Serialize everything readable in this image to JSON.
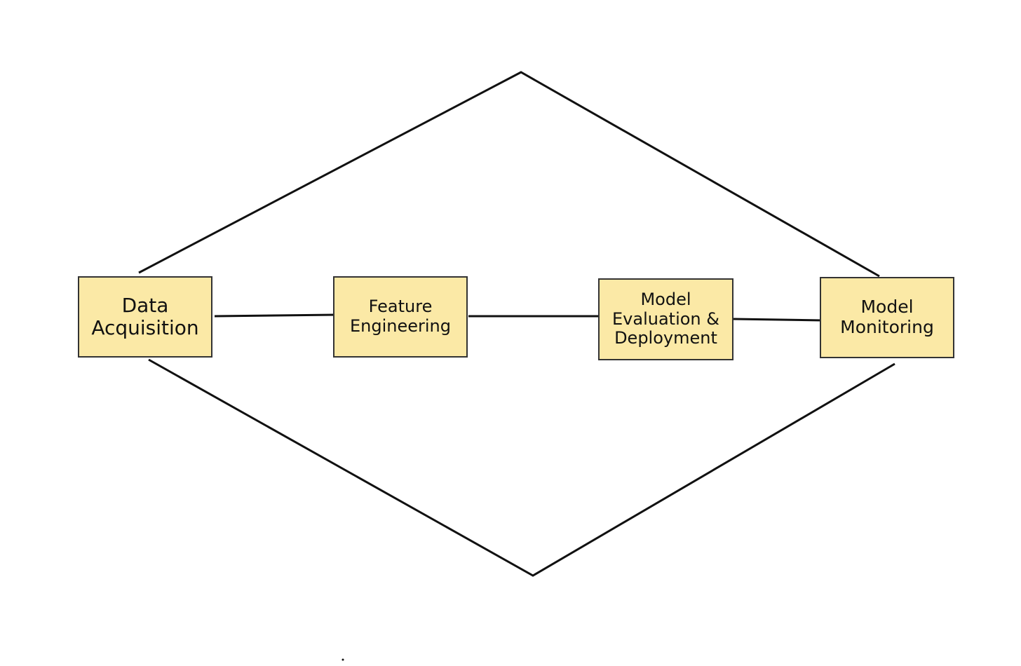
{
  "diagram": {
    "type": "flow",
    "line_color": "#111111",
    "node_fill": "#fbe9a6",
    "node_border": "#333333",
    "nodes": [
      {
        "id": "data-acquisition",
        "label": "Data\nAcquisition"
      },
      {
        "id": "feature-engineering",
        "label": "Feature\nEngineering"
      },
      {
        "id": "model-evaluation-deployment",
        "label": "Model\nEvaluation &\nDeployment"
      },
      {
        "id": "model-monitoring",
        "label": "Model\nMonitoring"
      }
    ],
    "edges": [
      {
        "from": "data-acquisition",
        "to": "feature-engineering"
      },
      {
        "from": "feature-engineering",
        "to": "model-evaluation-deployment"
      },
      {
        "from": "model-evaluation-deployment",
        "to": "model-monitoring"
      },
      {
        "from": "data-acquisition",
        "to": "model-monitoring",
        "route": "over-top"
      },
      {
        "from": "data-acquisition",
        "to": "model-monitoring",
        "route": "under-bottom"
      }
    ]
  }
}
